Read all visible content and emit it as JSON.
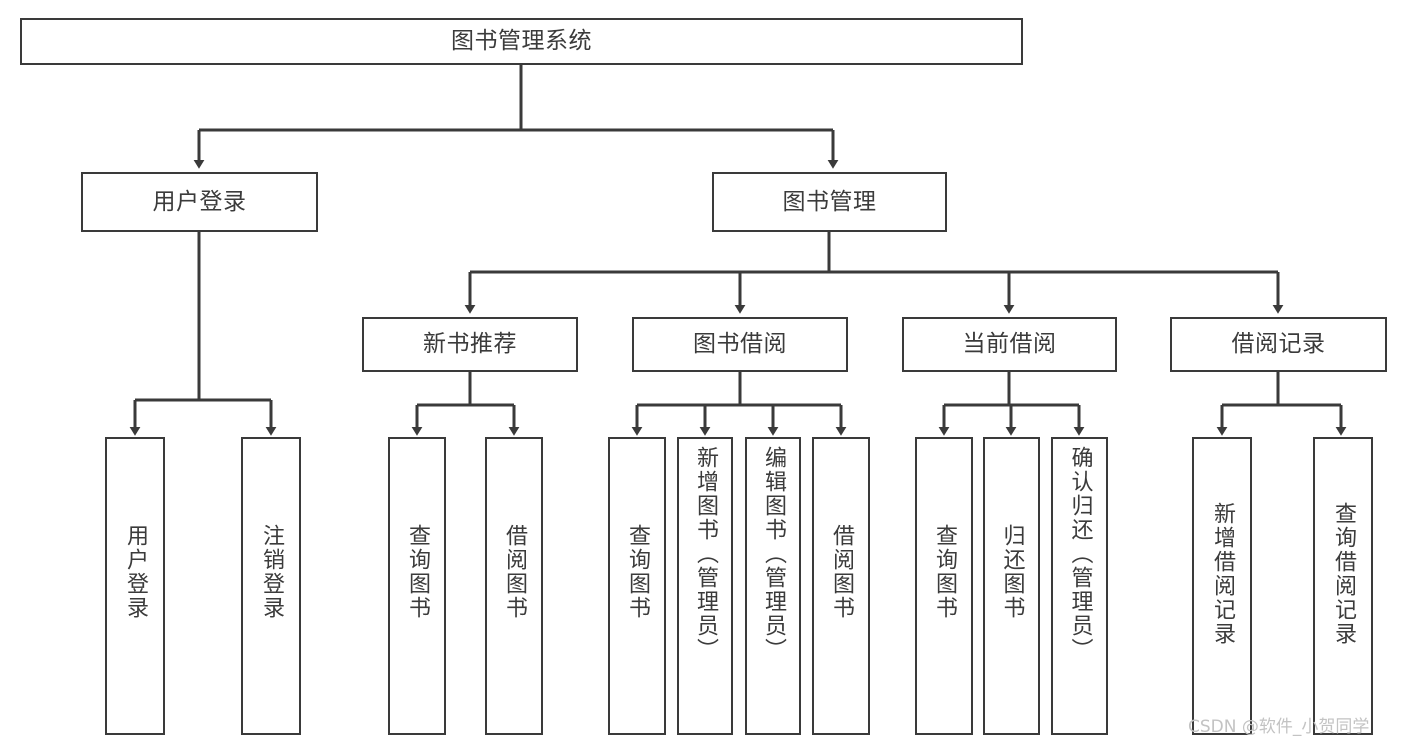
{
  "diagram": {
    "type": "tree-hierarchy-chart",
    "title": "图书管理系统",
    "watermark": "CSDN @软件_小贺同学",
    "colors": {
      "background": "#ffffff",
      "box_border": "#3a3a3a",
      "box_fill": "#ffffff",
      "text": "#3b3b3b",
      "connector": "#3a3a3a",
      "watermark": "#c3c3c3"
    },
    "nodes": {
      "root": {
        "label": "图书管理系统"
      },
      "level2": [
        {
          "label": "用户登录"
        },
        {
          "label": "图书管理"
        }
      ],
      "level3": [
        {
          "label": "新书推荐"
        },
        {
          "label": "图书借阅"
        },
        {
          "label": "当前借阅"
        },
        {
          "label": "借阅记录"
        }
      ],
      "leaves_user_login": [
        {
          "label": "用户登录"
        },
        {
          "label": "注销登录"
        }
      ],
      "leaves_new_books": [
        {
          "label": "查询图书"
        },
        {
          "label": "借阅图书"
        }
      ],
      "leaves_borrow": [
        {
          "label": "查询图书"
        },
        {
          "label": "新增图书（管理员）"
        },
        {
          "label": "编辑图书（管理员）"
        },
        {
          "label": "借阅图书"
        }
      ],
      "leaves_current": [
        {
          "label": "查询图书"
        },
        {
          "label": "归还图书"
        },
        {
          "label": "确认归还（管理员）"
        }
      ],
      "leaves_records": [
        {
          "label": "新增借阅记录"
        },
        {
          "label": "查询借阅记录"
        }
      ]
    }
  }
}
